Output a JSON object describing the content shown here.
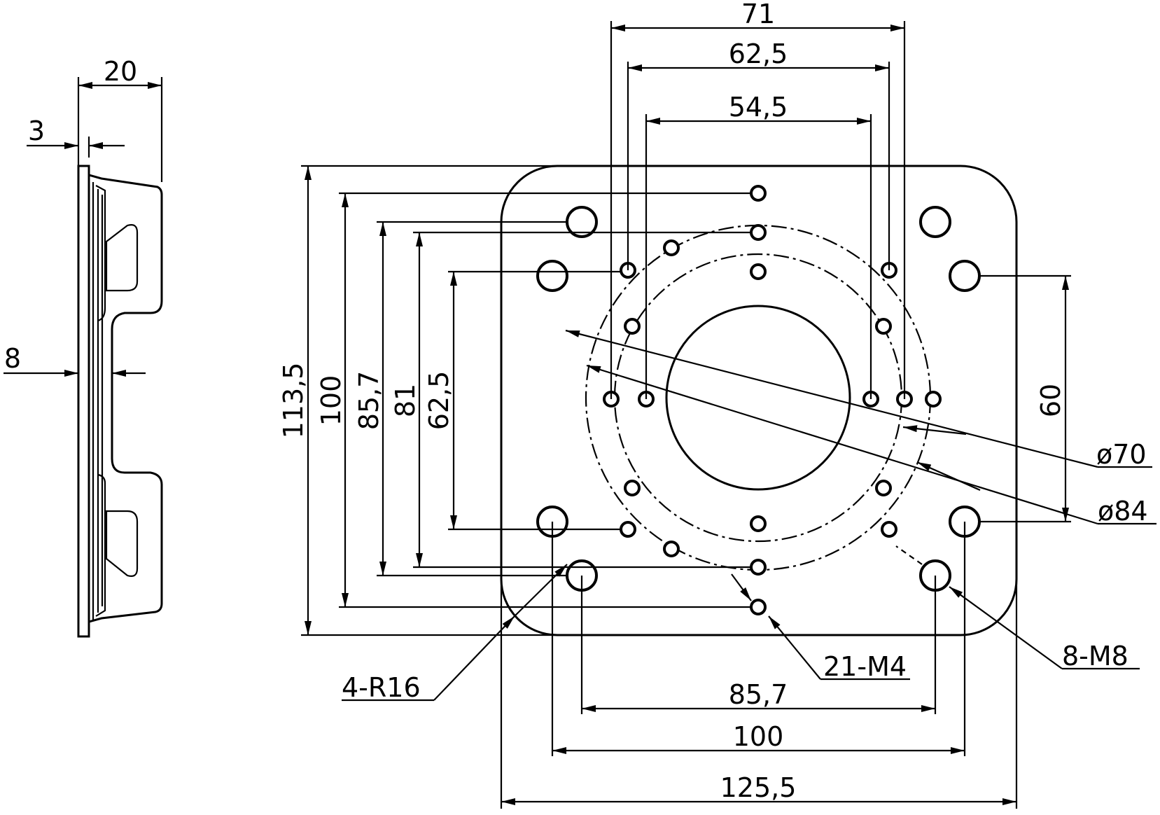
{
  "dimensions": {
    "top_71": "71",
    "top_62_5": "62,5",
    "top_54_5": "54,5",
    "left_113_5": "113,5",
    "left_100": "100",
    "left_85_7": "85,7",
    "left_81": "81",
    "left_62_5": "62,5",
    "right_60": "60",
    "bottom_85_7": "85,7",
    "bottom_100": "100",
    "bottom_125_5": "125,5",
    "side_20": "20",
    "side_3": "3",
    "side_8": "8"
  },
  "callouts": {
    "dia_70": "ø70",
    "dia_84": "ø84",
    "m8": "8-M8",
    "m4": "21-M4",
    "r16": "4-R16"
  }
}
